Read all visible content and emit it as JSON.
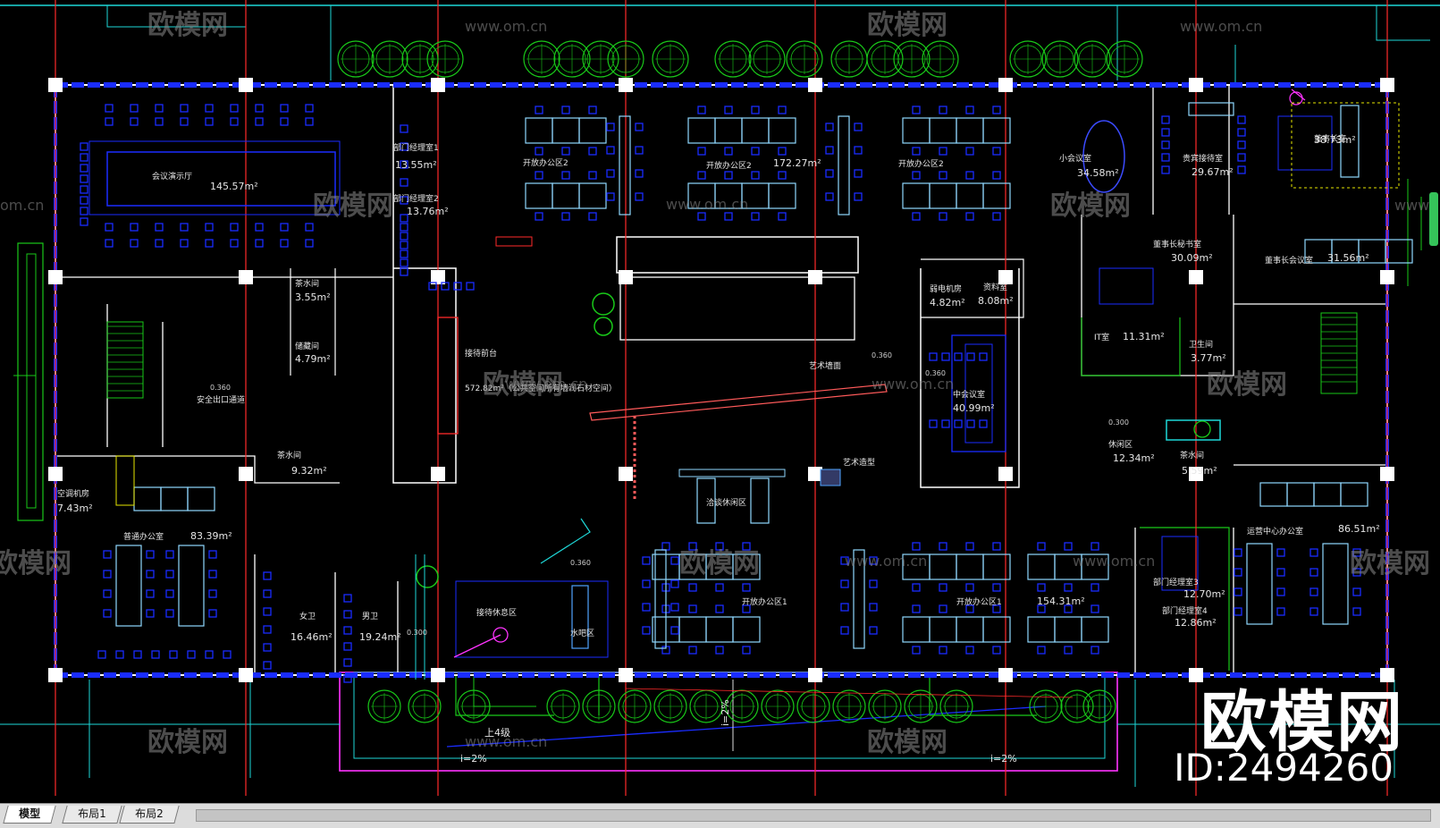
{
  "tabs": [
    {
      "label": "模型",
      "active": true
    },
    {
      "label": "布局1",
      "active": false
    },
    {
      "label": "布局2",
      "active": false
    }
  ],
  "watermark": {
    "brand": "欧模网",
    "url": "www.om.cn",
    "id_text": "ID:2494260",
    "edge_left": "om.cn",
    "edge_right": "www."
  },
  "rooms": {
    "conference_hall": {
      "name": "会议演示厅",
      "area": "145.57m²"
    },
    "dept_manager_1": {
      "name": "部门经理室1",
      "area": "13.55m²"
    },
    "dept_manager_2": {
      "name": "部门经理室2",
      "area": "13.76m²"
    },
    "open_office_2a": {
      "name": "开放办公区2",
      "area": ""
    },
    "open_office_2b": {
      "name": "开放办公区2",
      "area": "172.27m²"
    },
    "open_office_2c": {
      "name": "开放办公区2",
      "area": ""
    },
    "small_meeting": {
      "name": "小会议室",
      "area": "34.58m²"
    },
    "vip_reception": {
      "name": "贵宾接待室",
      "area": "29.67m²"
    },
    "chairman": {
      "name": "董事长室",
      "area": "38.73m²"
    },
    "tea_room_1": {
      "name": "茶水间",
      "area": "3.55m²"
    },
    "storage": {
      "name": "储藏间",
      "area": "4.79m²"
    },
    "safety_exit": {
      "name": "安全出口通道",
      "area": ""
    },
    "tea_room_2": {
      "name": "茶水间",
      "area": "9.32m²"
    },
    "reception_desk": {
      "name": "接待前台",
      "area": ""
    },
    "reception_hall": {
      "name": "572.82m²（公共空间所有墙润石材空间）",
      "area": ""
    },
    "weak_room": {
      "name": "弱电机房",
      "area": "4.82m²"
    },
    "archive": {
      "name": "资料室",
      "area": "8.08m²"
    },
    "chairman_secretary": {
      "name": "董事长秘书室",
      "area": "30.09m²"
    },
    "chairman_meeting": {
      "name": "董事长会议室",
      "area": "31.56m²"
    },
    "it_room": {
      "name": "IT室",
      "area": "11.31m²"
    },
    "toilet_small": {
      "name": "卫生间",
      "area": "3.77m²"
    },
    "art_wall": {
      "name": "艺术墙面",
      "area": ""
    },
    "mid_meeting": {
      "name": "中会议室",
      "area": "40.99m²"
    },
    "ac_room": {
      "name": "空调机房",
      "area": "7.43m²"
    },
    "general_office": {
      "name": "普通办公室",
      "area": "83.39m²"
    },
    "art_model": {
      "name": "艺术造型",
      "area": ""
    },
    "lounge": {
      "name": "休闲区",
      "area": "12.34m²"
    },
    "tea_room_3": {
      "name": "茶水间",
      "area": "5.59m²"
    },
    "ops_center": {
      "name": "运营中心办公室",
      "area": "86.51m²"
    },
    "negotiation": {
      "name": "洽谈休闲区",
      "area": ""
    },
    "female_wc": {
      "name": "女卫",
      "area": "16.46m²"
    },
    "male_wc": {
      "name": "男卫",
      "area": "19.24m²"
    },
    "rest_area": {
      "name": "接待休息区",
      "area": ""
    },
    "water_bar": {
      "name": "水吧区",
      "area": ""
    },
    "open_office_1a": {
      "name": "开放办公区1",
      "area": ""
    },
    "open_office_1b": {
      "name": "开放办公区1",
      "area": "154.31m²"
    },
    "dept_manager_3": {
      "name": "部门经理室3",
      "area": "12.70m²"
    },
    "dept_manager_4": {
      "name": "部门经理室4",
      "area": "12.86m²"
    }
  },
  "dimensions": {
    "d1": "0.360",
    "d2": "0.360",
    "d3": "0.300",
    "d4": "0.360",
    "d5": "0.300",
    "d6": "0.360"
  },
  "annotations": {
    "ramp_up": "上4级",
    "slope_1": "i=2%",
    "slope_2": "i=2%",
    "slope_3": "i=2%"
  },
  "colors": {
    "wall": "#ffffff",
    "furniture": "#1a2cff",
    "desk_top": "#8fd8ff",
    "column_line": "#ff2a2a",
    "green": "#19c919",
    "cyan": "#1ed7d7",
    "magenta": "#ff33ff",
    "yellow": "#e6e600",
    "label": "#e6e6e6",
    "watermark": "#8a8a8a"
  }
}
